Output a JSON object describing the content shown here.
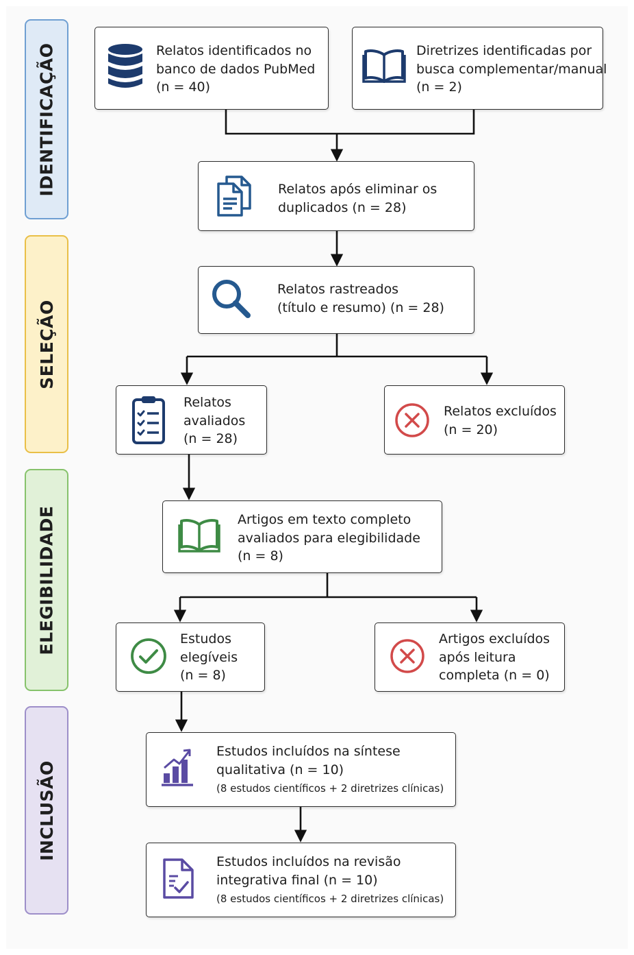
{
  "phases": {
    "identificacao": "IDENTIFICAÇÃO",
    "selecao": "SELEÇÃO",
    "elegibilidade": "ELEGIBILIDADE",
    "inclusao": "INCLUSÃO"
  },
  "colors": {
    "identificacao_fill": "#dfeaf6",
    "identificacao_border": "#6f9fd2",
    "selecao_fill": "#fdf1c9",
    "selecao_border": "#e9bf47",
    "elegibilidade_fill": "#e1f1d8",
    "elegibilidade_border": "#86c26b",
    "inclusao_fill": "#e6e1f2",
    "inclusao_border": "#9d8ec9",
    "icon_navy": "#1d3b6d",
    "icon_blue": "#25598f",
    "icon_red": "#d24a4a",
    "icon_green": "#3e8b45",
    "icon_purple": "#5a4ba3"
  },
  "boxes": {
    "pubmed": {
      "icon": "database-icon",
      "lines": [
        "Relatos identificados no",
        "banco de dados PubMed",
        "(n = 40)"
      ]
    },
    "manual": {
      "icon": "open-book-icon",
      "lines": [
        "Diretrizes identificadas por",
        "busca complementar/manual",
        "(n = 2)"
      ]
    },
    "duplicados": {
      "icon": "documents-icon",
      "lines": [
        "Relatos após eliminar os",
        "duplicados (n = 28)"
      ]
    },
    "rastreados": {
      "icon": "magnifier-icon",
      "lines": [
        "Relatos rastreados",
        "(título e resumo) (n = 28)"
      ]
    },
    "avaliados": {
      "icon": "checklist-clipboard-icon",
      "lines": [
        "Relatos",
        "avaliados",
        "(n = 28)"
      ]
    },
    "excluidos": {
      "icon": "x-circle-icon",
      "lines": [
        "Relatos excluídos",
        "(n = 20)"
      ]
    },
    "texto_completo": {
      "icon": "book-icon",
      "lines": [
        "Artigos em texto completo",
        "avaliados para elegibilidade",
        "(n = 8)"
      ]
    },
    "elegiveis": {
      "icon": "check-circle-icon",
      "lines": [
        "Estudos",
        "elegíveis",
        "(n = 8)"
      ]
    },
    "excluidos_leitura": {
      "icon": "x-circle-icon",
      "lines": [
        "Artigos excluídos",
        "após leitura",
        "completa (n = 0)"
      ]
    },
    "sintese": {
      "icon": "bar-chart-icon",
      "lines": [
        "Estudos incluídos na síntese",
        "qualitativa (n = 10)"
      ],
      "note": "(8 estudos científicos + 2 diretrizes clínicas)"
    },
    "revisao": {
      "icon": "document-check-icon",
      "lines": [
        "Estudos incluídos na revisão",
        "integrativa final (n = 10)"
      ],
      "note": "(8 estudos científicos + 2 diretrizes clínicas)"
    }
  }
}
